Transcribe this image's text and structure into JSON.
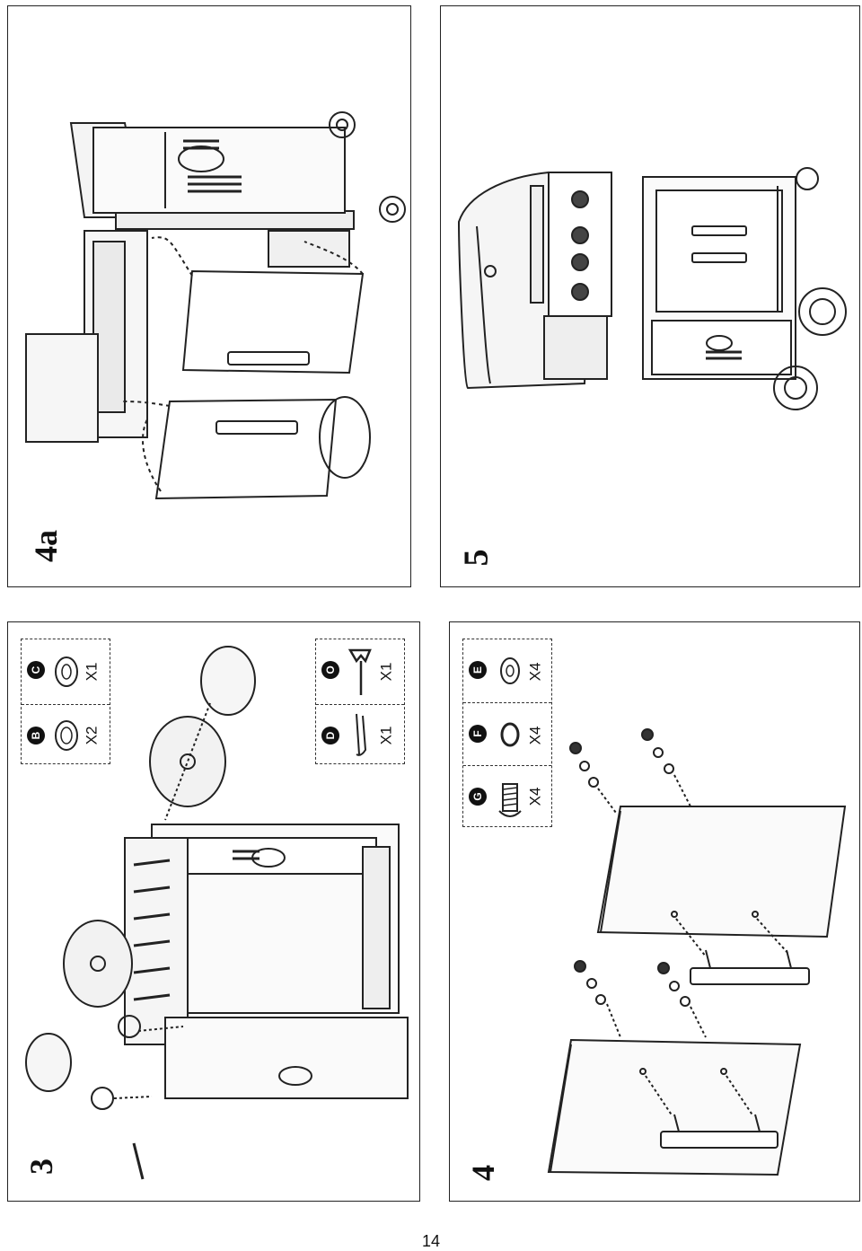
{
  "page": {
    "number": "14"
  },
  "steps": [
    {
      "id": "4a",
      "label": "4a"
    },
    {
      "id": "5",
      "label": "5"
    },
    {
      "id": "3",
      "label": "3",
      "parts": [
        {
          "letter": "B",
          "qty": "X2"
        },
        {
          "letter": "C",
          "qty": "X1"
        },
        {
          "letter": "D",
          "qty": "X1"
        },
        {
          "letter": "O",
          "qty": "X1"
        }
      ]
    },
    {
      "id": "4",
      "label": "4",
      "parts": [
        {
          "letter": "G",
          "qty": "X4"
        },
        {
          "letter": "F",
          "qty": "X4"
        },
        {
          "letter": "E",
          "qty": "X4"
        }
      ]
    }
  ]
}
